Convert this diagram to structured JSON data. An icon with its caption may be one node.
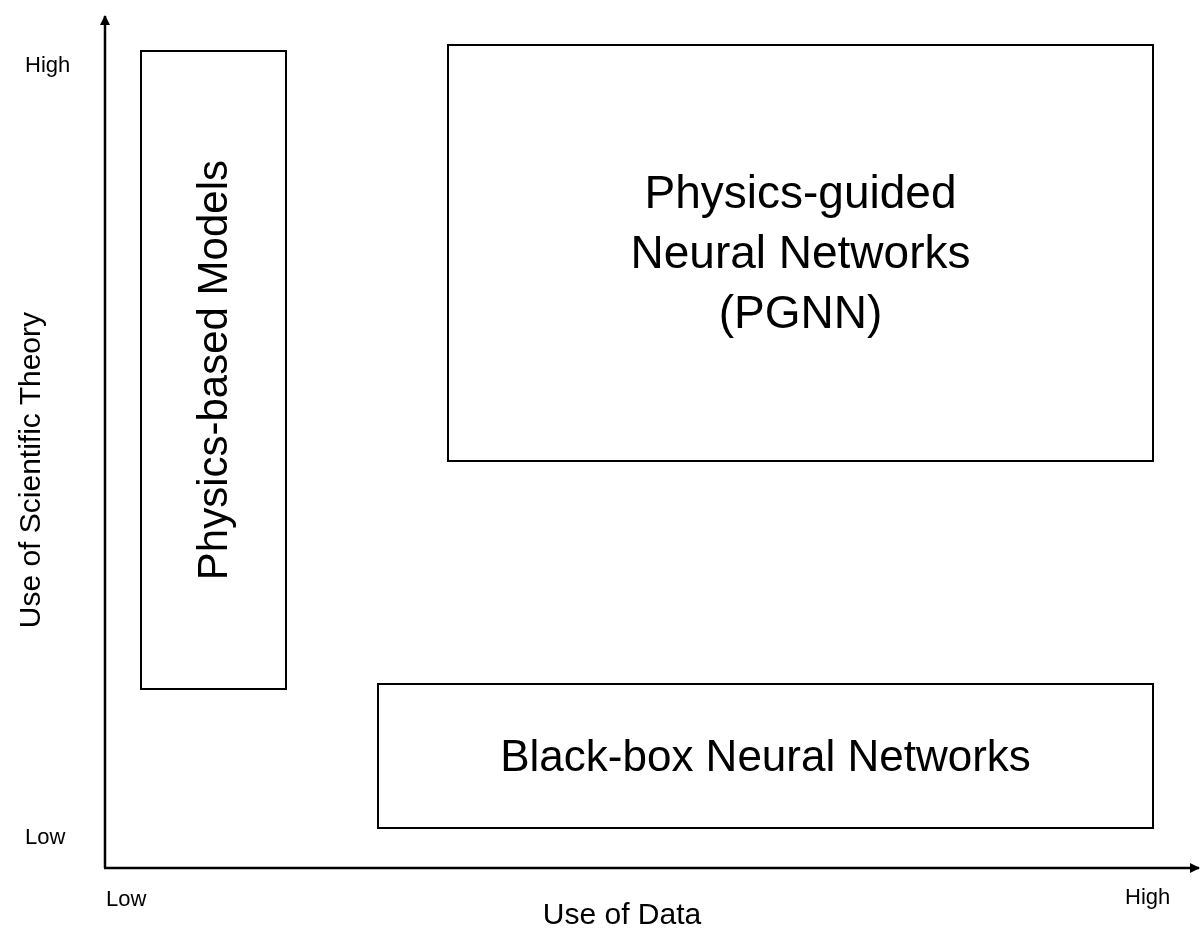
{
  "diagram": {
    "nodes": [
      {
        "text": [
          "Physics-based Models"
        ]
      },
      {
        "text": [
          "Physics-guided Neural Networks (PGNN)"
        ]
      },
      {
        "text": [
          "Black-box Neural Networks"
        ]
      }
    ],
    "edges": [],
    "labels": [
      "High",
      "Use of Scientific Theory",
      "Low",
      "Low",
      "High",
      "Use of Data"
    ]
  }
}
